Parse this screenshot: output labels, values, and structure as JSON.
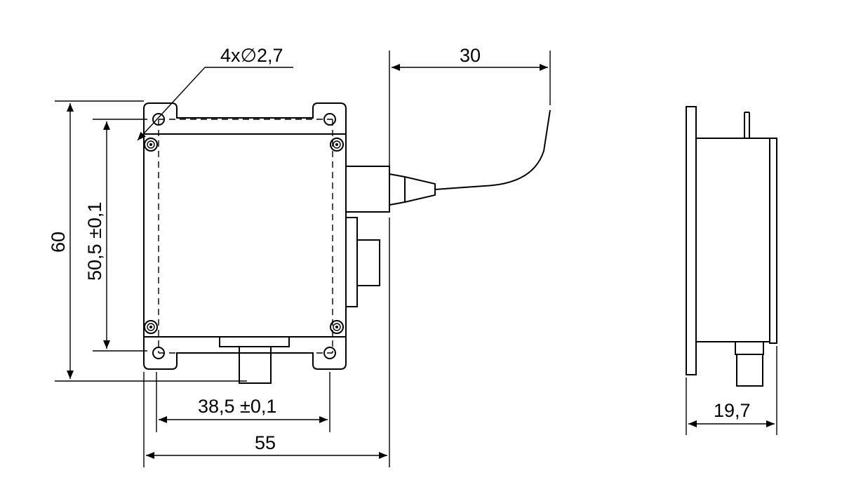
{
  "dimensions": {
    "hole_callout": "4x∅2,7",
    "fiber_length": "30",
    "overall_height": "60",
    "hole_pitch_vertical": "50,5 ±0,1",
    "hole_pitch_horizontal": "38,5 ±0,1",
    "overall_width": "55",
    "depth": "19,7"
  }
}
